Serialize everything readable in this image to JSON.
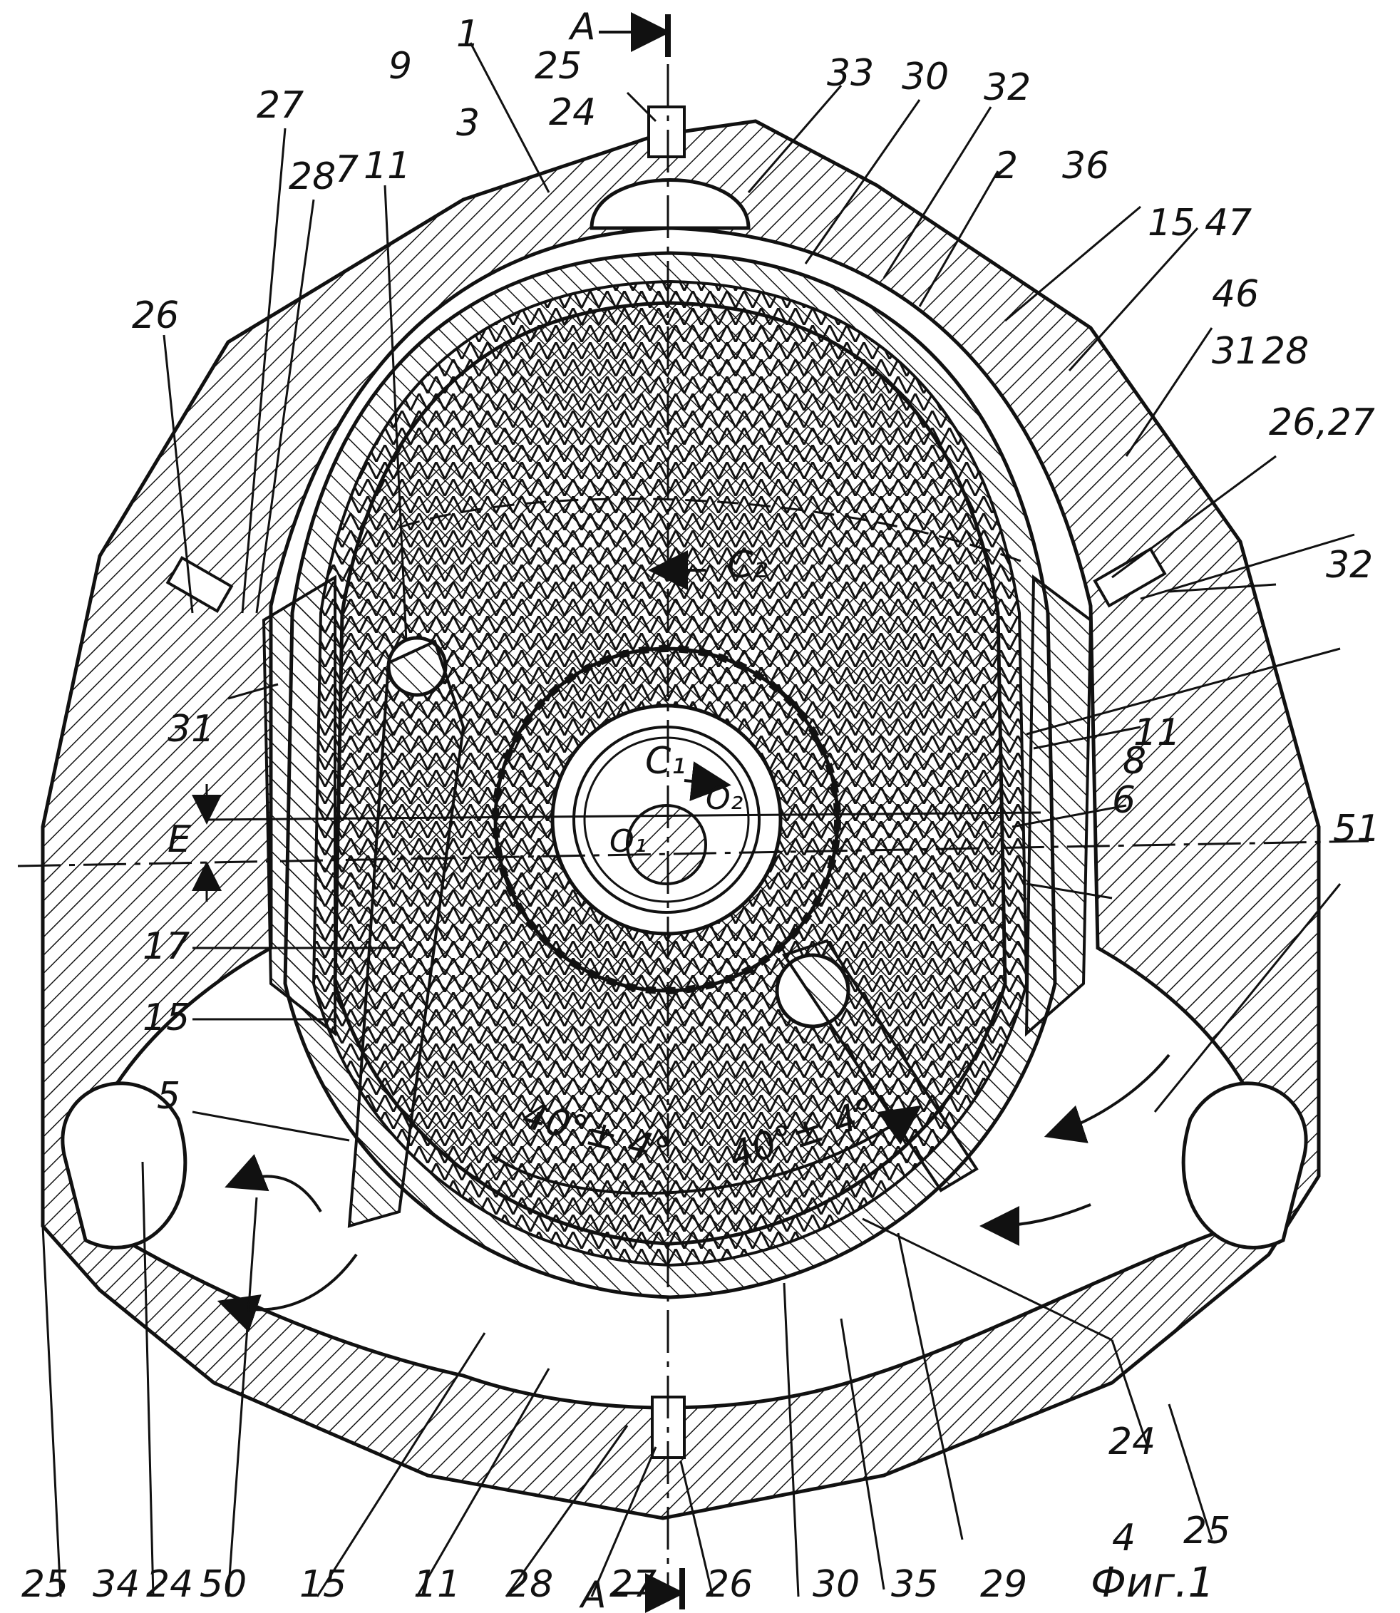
{
  "figure": {
    "caption": "Фиг.1",
    "section_label": "A",
    "angle_left": "40°± 4°",
    "angle_right": "40°± 4°",
    "dim_eccentricity": "E",
    "center_o1": "O₁",
    "center_o2": "O₂",
    "arc_c1": "C₁",
    "arc_c2": "C₂"
  },
  "colors": {
    "ink": "#111111",
    "paper": "#ffffff"
  },
  "labels": {
    "l1": "1",
    "l2": "2",
    "l3": "3",
    "l4": "4",
    "l5": "5",
    "l6": "6",
    "l7": "7",
    "l8": "8",
    "l9": "9",
    "l11a": "11",
    "l11b": "11",
    "l11c": "11",
    "l15a": "15",
    "l15b": "15",
    "l15c": "15",
    "l17": "17",
    "l24a": "24",
    "l24b": "24",
    "l24c": "24",
    "l25a": "25",
    "l25b": "25",
    "l25c": "25",
    "l26a": "26",
    "l26b": "26,27",
    "l26c": "26",
    "l27a": "27",
    "l27b": "27",
    "l28a": "28",
    "l28b": "28",
    "l28c": "28",
    "l29": "29",
    "l30a": "30",
    "l30b": "30",
    "l31a": "31",
    "l31b": "31",
    "l32a": "32",
    "l32b": "32",
    "l33": "33",
    "l34": "34",
    "l35": "35",
    "l36": "36",
    "l46": "46",
    "l47": "47",
    "l50": "50",
    "l51": "51"
  }
}
